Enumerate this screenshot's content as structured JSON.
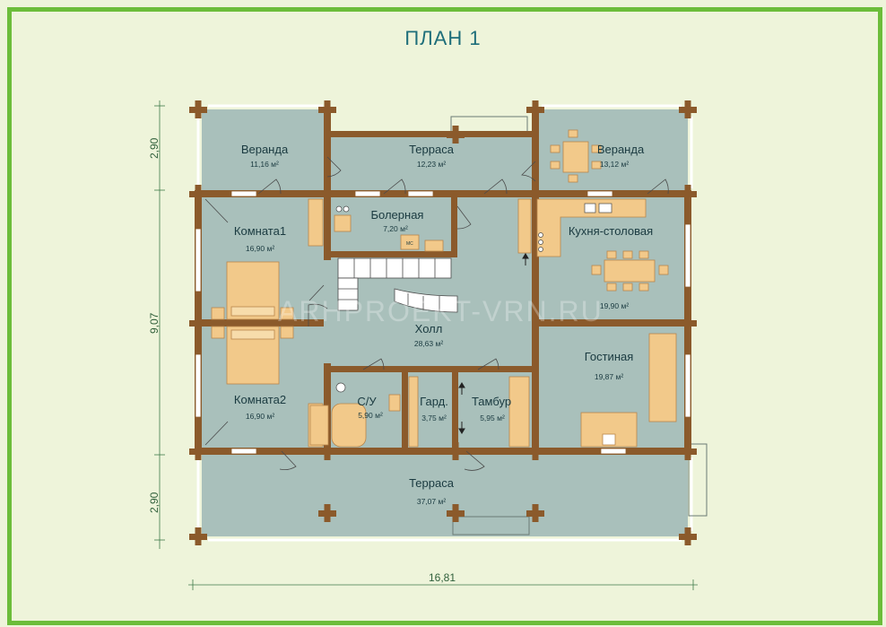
{
  "title": "ПЛАН 1",
  "watermark": "ARHPROEKT-VRN.RU",
  "colors": {
    "background": "#eef4da",
    "frame": "#6cbd3a",
    "floor": "#a9c0bb",
    "wall": "#8b5a2b",
    "furniture": "#f2c98a",
    "dimension_line": "#3e7a4a"
  },
  "rooms": {
    "veranda_left": {
      "name": "Веранда",
      "area": "11,16 м²"
    },
    "terrace_top": {
      "name": "Терраса",
      "area": "12,23 м²"
    },
    "veranda_right": {
      "name": "Веранда",
      "area": "13,12 м²"
    },
    "komnata1": {
      "name": "Комната1",
      "area": "16,90 м²"
    },
    "boilernaya": {
      "name": "Болерная",
      "area": "7,20 м²"
    },
    "kitchen": {
      "name": "Кухня-столовая",
      "area": "19,90 м²"
    },
    "hall": {
      "name": "Холл",
      "area": "28,63 м²"
    },
    "gostinaya": {
      "name": "Гостиная",
      "area": "19,87 м²"
    },
    "komnata2": {
      "name": "Комната2",
      "area": "16,90 м²"
    },
    "su": {
      "name": "С/У",
      "area": "5,90 м²"
    },
    "gard": {
      "name": "Гард.",
      "area": "3,75 м²"
    },
    "tambur": {
      "name": "Тамбур",
      "area": "5,95 м²"
    },
    "terrace_bottom": {
      "name": "Терраса",
      "area": "37,07 м²"
    }
  },
  "fixtures": {
    "boiler_mark": "МС"
  },
  "dimensions": {
    "left_top": "2,90",
    "left_middle": "9,07",
    "left_bottom": "2,90",
    "bottom_width": "16,81"
  }
}
